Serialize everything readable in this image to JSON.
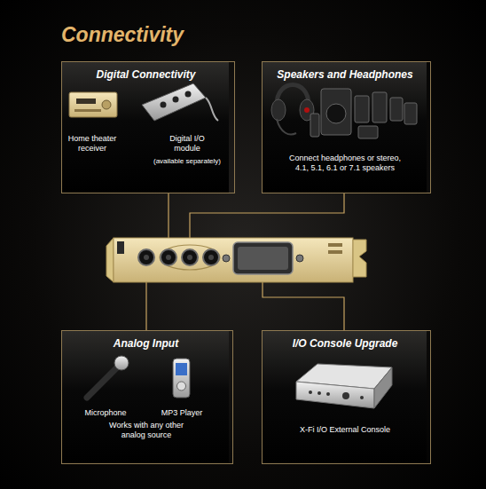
{
  "diagram": {
    "title": "Connectivity",
    "nodes": [
      {
        "text": [
          "Digital Connectivity",
          "Home theater receiver",
          "Digital I/O module",
          "(available separately)"
        ]
      },
      {
        "text": [
          "Speakers and Headphones",
          "Connect headphones or stereo, 4.1, 5.1, 6.1 or 7.1 speakers"
        ]
      },
      {
        "text": [
          "Analog Input",
          "Microphone",
          "MP3 Player",
          "Works with any other analog source"
        ]
      },
      {
        "text": [
          "I/O Console Upgrade",
          "X-Fi I/O External Console"
        ]
      }
    ]
  }
}
